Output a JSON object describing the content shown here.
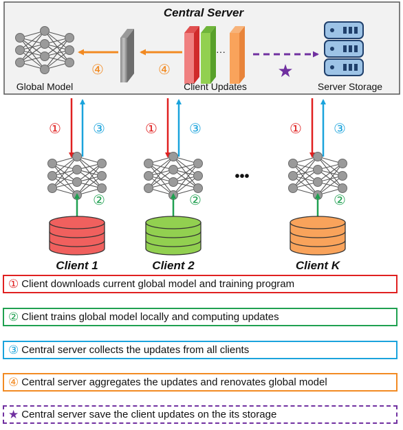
{
  "server": {
    "title": "Central Server",
    "global_model_label": "Global Model",
    "client_updates_label": "Client Updates",
    "storage_label": "Server Storage",
    "ellipsis": "···"
  },
  "clients": [
    {
      "name": "Client 1",
      "color": "#f0605e"
    },
    {
      "name": "Client 2",
      "color": "#92d050"
    },
    {
      "name": "Client K",
      "color": "#f9a35b"
    }
  ],
  "clients_ellipsis": "•••",
  "steps": {
    "download": "①",
    "train": "②",
    "collect": "③",
    "aggregate": "④",
    "save": "★"
  },
  "colors": {
    "download": "#e02020",
    "train": "#1fa050",
    "collect": "#1aa3dc",
    "aggregate": "#f28a22",
    "save": "#7030a0"
  },
  "legend": [
    {
      "symbol": "①",
      "text": "Client downloads current global model and training program",
      "color": "#e02020"
    },
    {
      "symbol": "②",
      "text": "Client trains global model locally and computing updates",
      "color": "#1fa050"
    },
    {
      "symbol": "③",
      "text": "Central server collects the updates from all clients",
      "color": "#1aa3dc"
    },
    {
      "symbol": "④",
      "text": "Central server aggregates the updates and renovates global model",
      "color": "#f28a22"
    },
    {
      "symbol": "★",
      "text": "Central server save the client updates on the its storage",
      "color": "#7030a0"
    }
  ]
}
